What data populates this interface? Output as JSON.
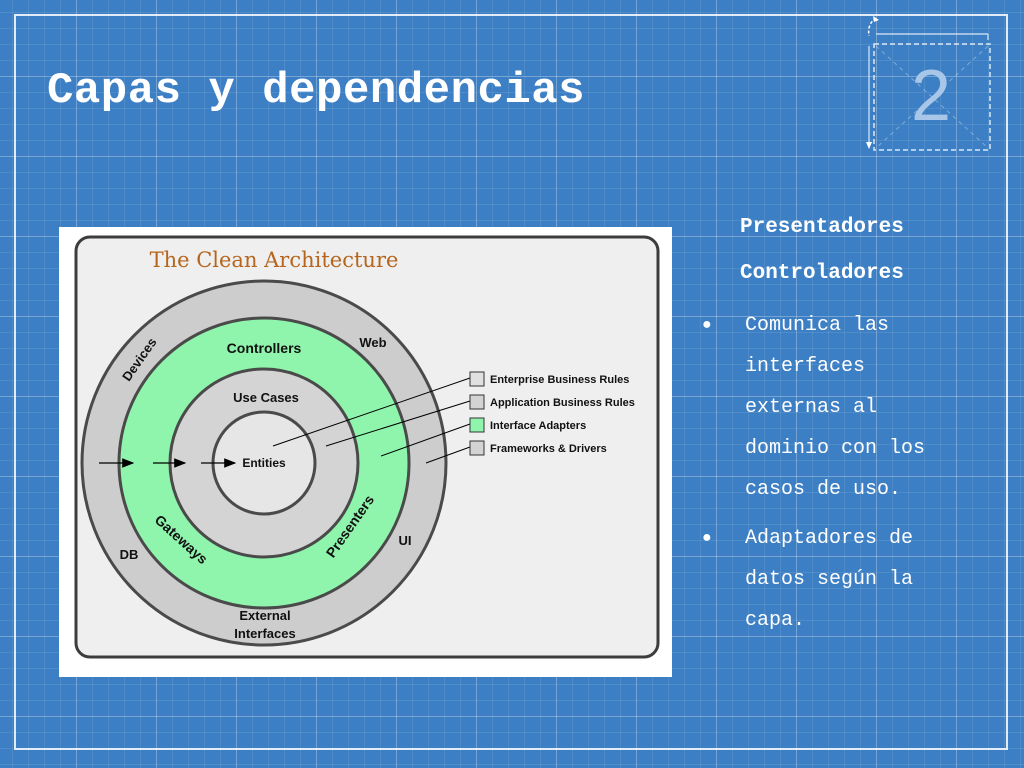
{
  "slide": {
    "title": "Capas y dependencias",
    "number": "2"
  },
  "figure": {
    "heading": "The Clean Architecture",
    "rings": {
      "outer_labels": [
        "Devices",
        "Web",
        "DB",
        "UI",
        "External",
        "Interfaces"
      ],
      "adapter_labels": [
        "Controllers",
        "Gateways",
        "Presenters"
      ],
      "usecase_label": "Use Cases",
      "entity_label": "Entities"
    },
    "legend": [
      {
        "label": "Enterprise Business Rules",
        "color": "#e0e0e0"
      },
      {
        "label": "Application Business Rules",
        "color": "#d3d3d3"
      },
      {
        "label": "Interface Adapters",
        "color": "#8ff5ad"
      },
      {
        "label": "Frameworks & Drivers",
        "color": "#d3d3d3"
      }
    ]
  },
  "side": {
    "subheadings": [
      "Presentadores",
      "Controladores"
    ],
    "bullets": [
      "Comunica las interfaces externas al dominio con los casos de uso.",
      "Adaptadores de datos según la capa."
    ],
    "bullet_lines": [
      [
        "Comunica las",
        "interfaces",
        "externas al",
        "dominio con los",
        "casos de uso."
      ],
      [
        "Adaptadores de",
        "datos según la",
        "capa."
      ]
    ]
  },
  "colors": {
    "background": "#3d7fc4",
    "title": "#ffffff",
    "slide_number": "#a8c6e8",
    "adapter_ring": "#8ff5ad",
    "outer_ring": "#c8c8c8",
    "heading": "#b5651d"
  }
}
